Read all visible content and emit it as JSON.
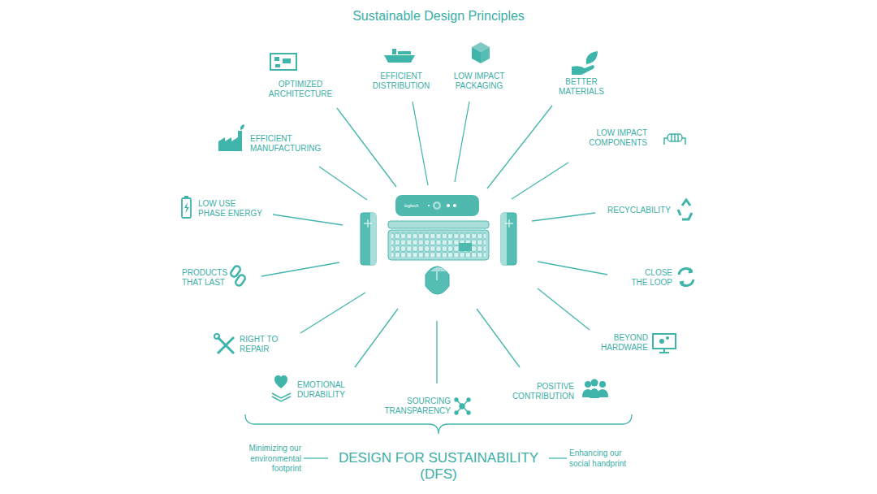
{
  "diagram": {
    "title": "Sustainable Design Principles",
    "labels": [
      "OPTIMIZED ARCHITECTURE",
      "EFFICIENT DISTRIBUTION",
      "LOW IMPACT PACKAGING",
      "BETTER MATERIALS",
      "LOW IMPACT COMPONENTS",
      "RECYCLABILITY",
      "CLOSE THE LOOP",
      "BEYOND HARDWARE",
      "POSITIVE CONTRIBUTION",
      "SOURCING TRANSPARENCY",
      "EMOTIONAL DURABILITY",
      "RIGHT TO REPAIR",
      "PRODUCTS THAT LAST",
      "LOW USE PHASE ENERGY",
      "EFFICIENT MANUFACTURING",
      "Minimizing our environmental footprint",
      "DESIGN FOR SUSTAINABILITY (DFS)",
      "Enhancing our social handprint",
      "logitech"
    ]
  }
}
